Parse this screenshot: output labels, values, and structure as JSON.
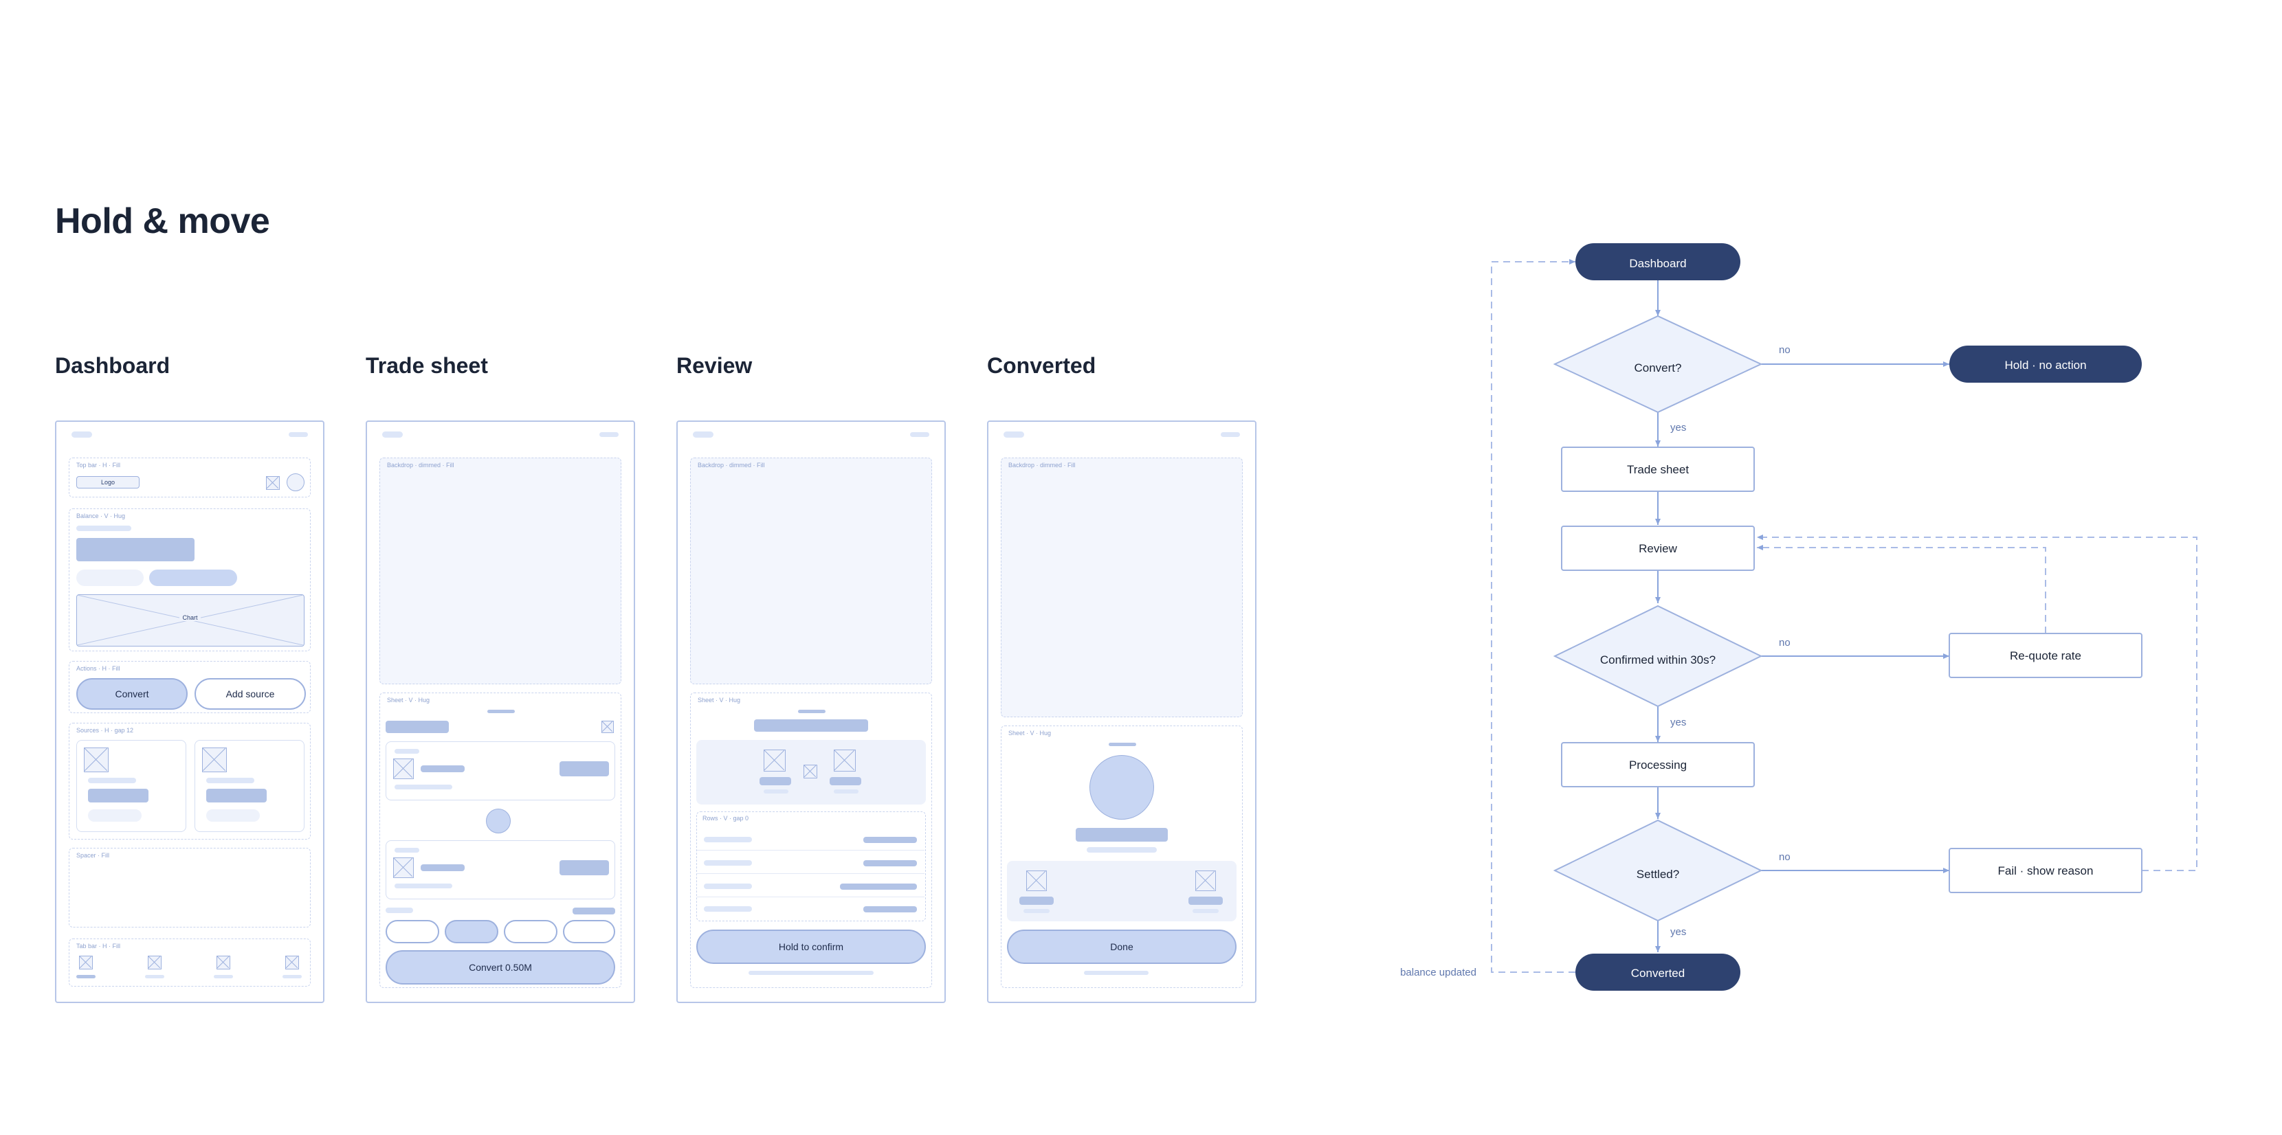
{
  "page_title": "Hold & move",
  "screens": [
    {
      "title": "Dashboard"
    },
    {
      "title": "Trade sheet"
    },
    {
      "title": "Review"
    },
    {
      "title": "Converted"
    }
  ],
  "dashboard": {
    "topbar_label": "Top bar · H · Fill",
    "logo": "Logo",
    "balance_label": "Balance · V · Hug",
    "chart_label": "Chart",
    "actions_label": "Actions · H · Fill",
    "convert": "Convert",
    "add_source": "Add source",
    "sources_label": "Sources · H · gap 12",
    "spacer_label": "Spacer · Fill",
    "tabbar_label": "Tab bar · H · Fill"
  },
  "trade": {
    "backdrop_label": "Backdrop · dimmed · Fill",
    "sheet_label": "Sheet · V · Hug",
    "cta": "Convert 0.50M"
  },
  "review": {
    "backdrop_label": "Backdrop · dimmed · Fill",
    "sheet_label": "Sheet · V · Hug",
    "rows_label": "Rows · V · gap 0",
    "cta": "Hold to confirm"
  },
  "converted": {
    "backdrop_label": "Backdrop · dimmed · Fill",
    "sheet_label": "Sheet · V · Hug",
    "cta": "Done"
  },
  "flow": {
    "start": "Dashboard",
    "q_convert": "Convert?",
    "hold": "Hold · no action",
    "trade_sheet": "Trade sheet",
    "review": "Review",
    "q_confirmed": "Confirmed within 30s?",
    "requote": "Re-quote rate",
    "processing": "Processing",
    "q_settled": "Settled?",
    "fail": "Fail · show reason",
    "end": "Converted",
    "yes": "yes",
    "no": "no",
    "loop_label": "balance updated",
    "colors": {
      "terminal": "#2e4270",
      "line": "#8aa4dc",
      "diamond_fill": "#edf2fc",
      "box_stroke": "#9db1de"
    }
  }
}
